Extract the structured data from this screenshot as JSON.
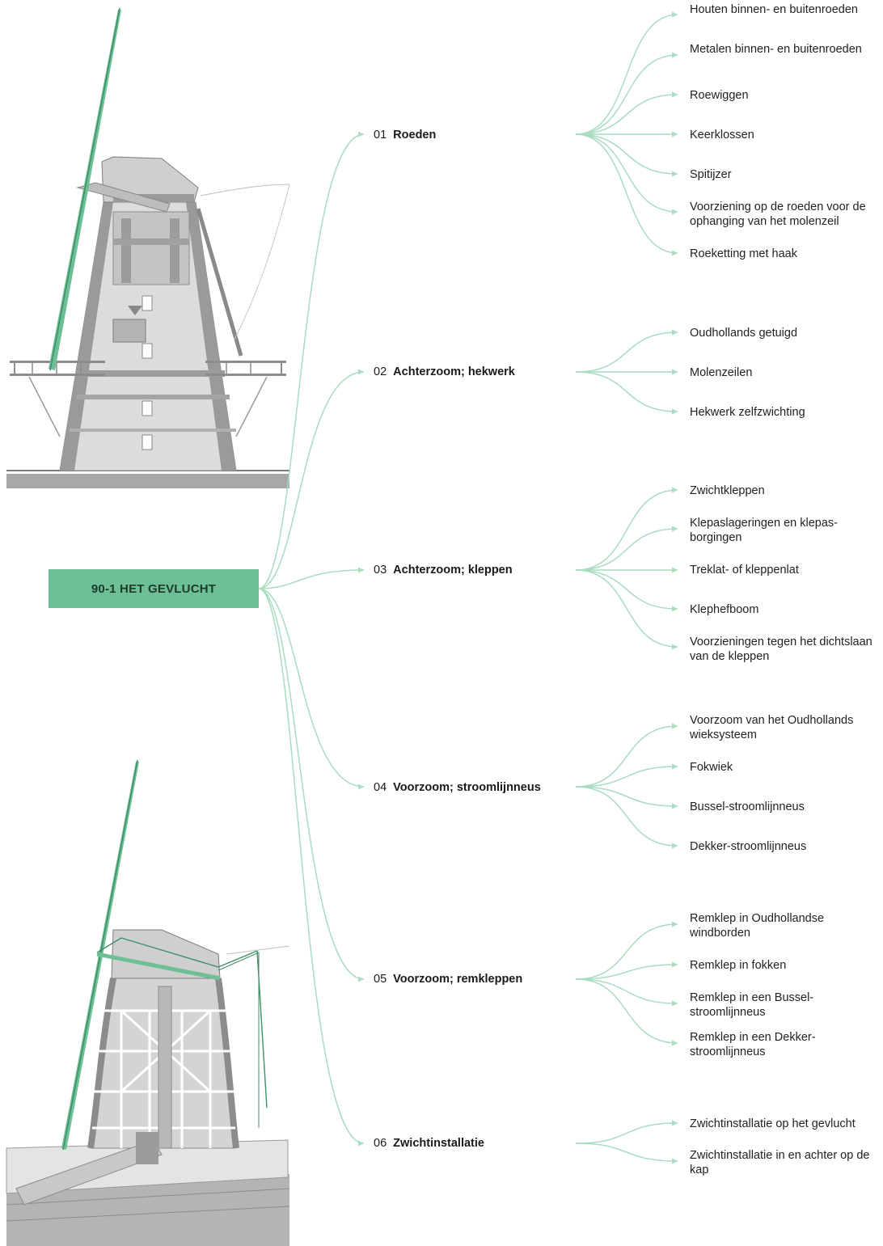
{
  "root": {
    "label": "90-1 HET GEVLUCHT"
  },
  "categories": [
    {
      "num": "01",
      "name": "Roeden",
      "items": [
        "Houten binnen- en buitenroeden",
        "Metalen binnen- en buitenroeden",
        "Roewiggen",
        "Keerklossen",
        "Spitijzer",
        "Voorziening op de roeden voor de ophanging van het molenzeil",
        "Roeketting met haak"
      ]
    },
    {
      "num": "02",
      "name": "Achterzoom; hekwerk",
      "items": [
        "Oudhollands getuigd",
        "Molenzeilen",
        "Hekwerk zelfzwichting"
      ]
    },
    {
      "num": "03",
      "name": "Achterzoom; kleppen",
      "items": [
        "Zwichtkleppen",
        "Klepaslageringen en klepas-borgingen",
        "Treklat- of kleppenlat",
        "Klephefboom",
        "Voorzieningen tegen het dichtslaan van de kleppen"
      ]
    },
    {
      "num": "04",
      "name": "Voorzoom; stroomlijnneus",
      "items": [
        "Voorzoom van het Oudhollands wieksysteem",
        "Fokwiek",
        "Bussel-stroomlijnneus",
        "Dekker-stroomlijnneus"
      ]
    },
    {
      "num": "05",
      "name": "Voorzoom; remkleppen",
      "items": [
        "Remklep in Oudhollandse windborden",
        "Remklep in fokken",
        "Remklep in een Bussel-stroomlijnneus",
        "Remklep in een Dekker-stroomlijnneus"
      ]
    },
    {
      "num": "06",
      "name": "Zwichtinstallatie",
      "items": [
        "Zwichtinstallatie op het gevlucht",
        "Zwichtinstallatie in en achter op de kap"
      ]
    }
  ],
  "colors": {
    "accent": "#6dbf95",
    "connector": "#a9dcc0",
    "drawing_fill": "#d6d6d6",
    "drawing_dark": "#8a8a8a",
    "sail": "#6dbf95"
  }
}
